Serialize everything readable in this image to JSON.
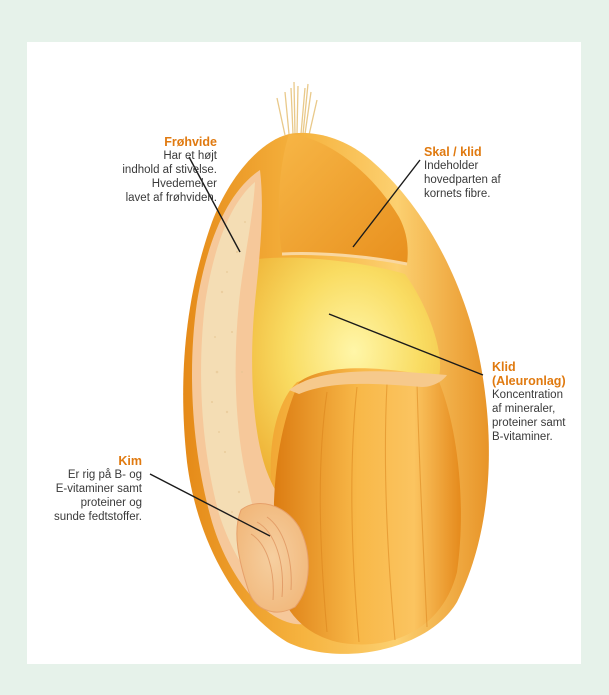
{
  "labels": {
    "endosperm": {
      "title": "Frøhvide",
      "lines": [
        "Har et højt",
        "indhold af stivelse.",
        "Hvedemel er",
        "lavet af frøhviden."
      ]
    },
    "bran": {
      "title": "Skal / klid",
      "lines": [
        "Indeholder",
        "hovedparten af",
        "kornets fibre."
      ]
    },
    "aleurone": {
      "title": "Klid",
      "subtitle": "(Aleuronlag)",
      "lines": [
        "Koncentration",
        "af mineraler,",
        "proteiner samt",
        "B-vitaminer."
      ]
    },
    "germ": {
      "title": "Kim",
      "lines": [
        "Er rig på B- og",
        "E-vitaminer samt",
        "proteiner og",
        "sunde fedtstoffer."
      ]
    }
  },
  "colors": {
    "page_background": "#e6f2ea",
    "title_orange": "#e07a10",
    "body_text": "#3a3a3a",
    "kernel_orange": "#f0a030",
    "endosperm_tan": "#f3dcb6",
    "aleurone_yellow": "#f8d860"
  }
}
